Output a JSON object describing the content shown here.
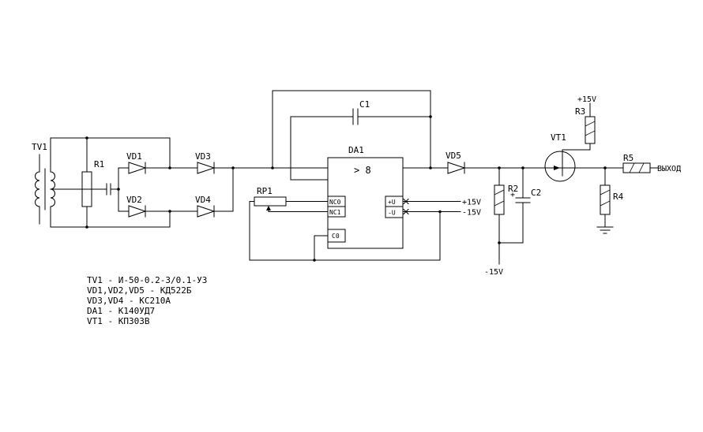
{
  "labels": {
    "tv1": "TV1",
    "r1": "R1",
    "vd1": "VD1",
    "vd2": "VD2",
    "vd3": "VD3",
    "vd4": "VD4",
    "rp1": "RP1",
    "da1": "DA1",
    "c1": "C1",
    "vd5": "VD5",
    "r2": "R2",
    "c2": "C2",
    "c2_plus": "+",
    "vt1": "VT1",
    "r3": "R3",
    "r4": "R4",
    "r5": "R5",
    "output": "ВЫХОД"
  },
  "opamp": {
    "gain": "> 8",
    "nc0": "NC0",
    "nc1": "NC1",
    "c0": "C0",
    "plus_u": "+U",
    "minus_u": "-U"
  },
  "power": {
    "top_plus15": "+15V",
    "opamp_plus15": "+15V",
    "opamp_minus15": "-15V",
    "bottom_minus15": "-15V"
  },
  "bom": [
    "TV1 - И-50-0.2-3/0.1-У3",
    "VD1,VD2,VD5 - КД522Б",
    "VD3,VD4 - КС210А",
    "DA1 - К140УД7",
    "VT1 - КП303В"
  ],
  "colors": {
    "line": "#000000",
    "background": "#ffffff"
  }
}
